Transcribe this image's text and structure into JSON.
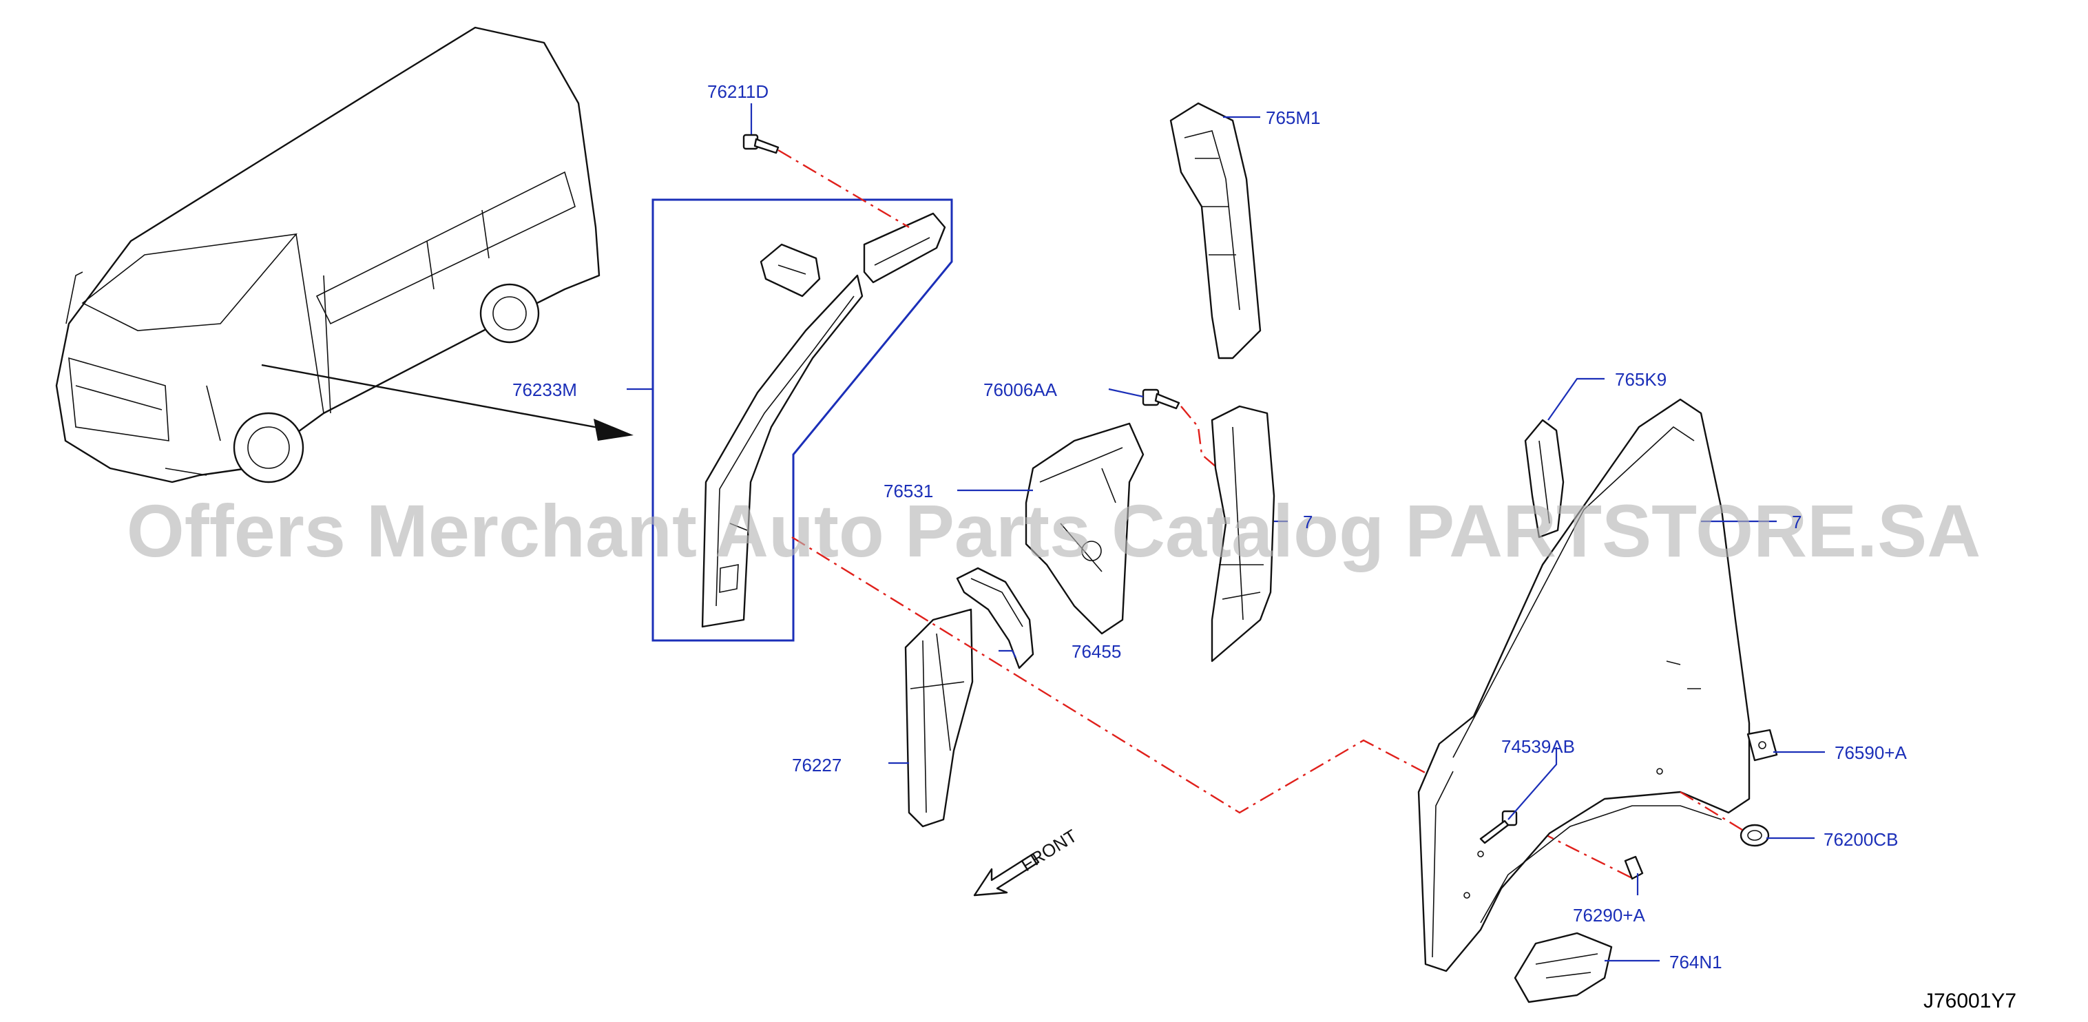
{
  "labels": {
    "p76211D": "76211D",
    "p765M1": "765M1",
    "p76233M": "76233M",
    "p76006AA": "76006AA",
    "p76531": "76531",
    "p765K9": "765K9",
    "p76455": "76455",
    "p76227": "76227",
    "p74539AB": "74539AB",
    "p76590A": "76590+A",
    "p76200CB": "76200CB",
    "p76290A": "76290+A",
    "p764N1": "764N1",
    "partial_a": "7",
    "partial_b": "7"
  },
  "direction": "FRONT",
  "diagram_code": "J76001Y7",
  "watermark": "Offers Merchant Auto Parts Catalog PARTSTORE.SA",
  "colors": {
    "callout": "#1b2fb8",
    "assembly_line": "#e0201b",
    "outline": "#111111",
    "watermark": "#b4b4b4"
  }
}
